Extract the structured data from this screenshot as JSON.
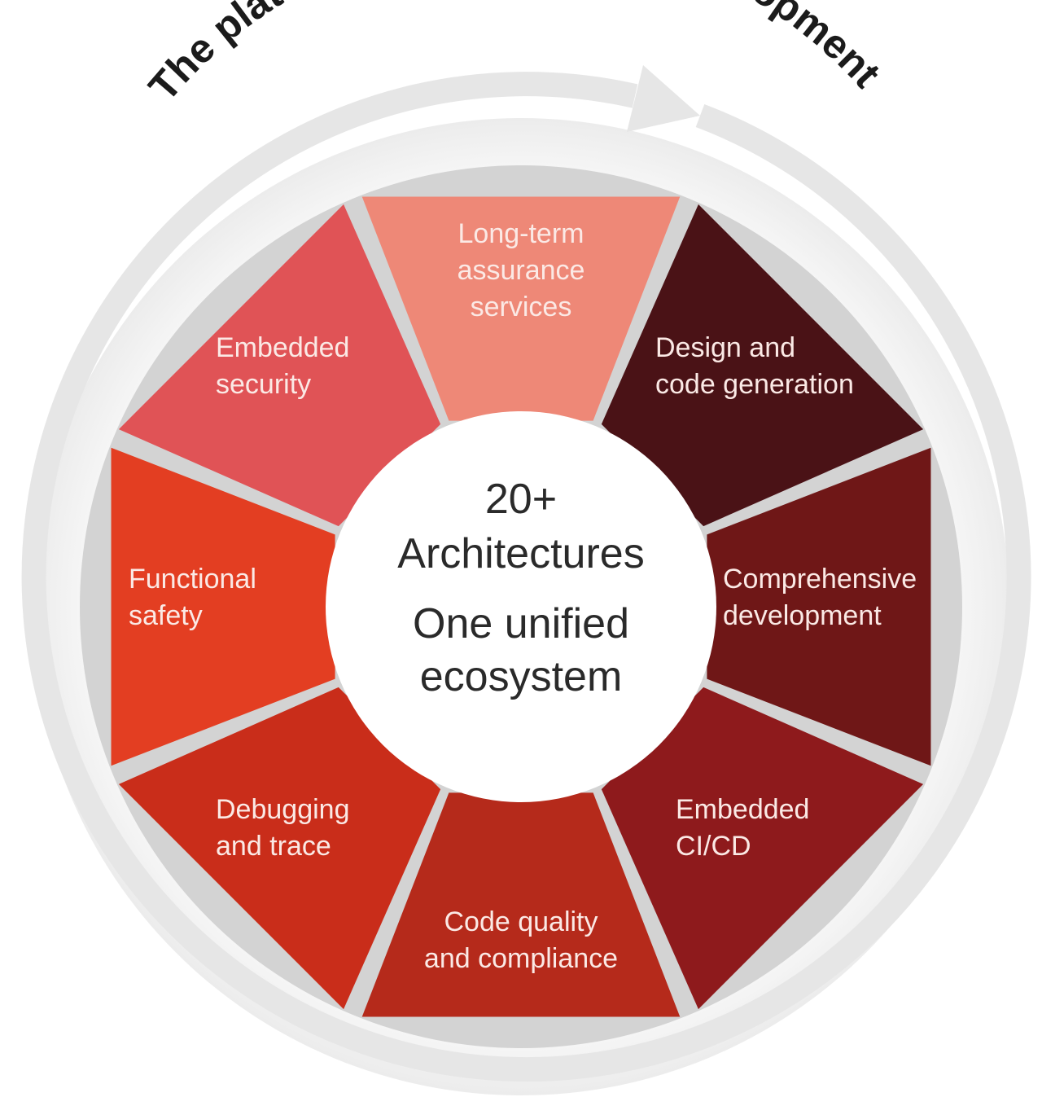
{
  "title": "The platform for embedded development",
  "center": {
    "line1": "20+",
    "line2": "Architectures",
    "line3": "One unified",
    "line4": "ecosystem"
  },
  "segments": [
    {
      "name": "long-term-assurance",
      "lines": [
        "Long-term",
        "assurance",
        "services"
      ],
      "color": "#ee8877"
    },
    {
      "name": "design-code-generation",
      "lines": [
        "Design and",
        "code generation"
      ],
      "color": "#4a1216"
    },
    {
      "name": "comprehensive-development",
      "lines": [
        "Comprehensive",
        "development"
      ],
      "color": "#6f1717"
    },
    {
      "name": "embedded-cicd",
      "lines": [
        "Embedded",
        "CI/CD"
      ],
      "color": "#8e1a1c"
    },
    {
      "name": "code-quality-compliance",
      "lines": [
        "Code quality",
        "and compliance"
      ],
      "color": "#b52a1b"
    },
    {
      "name": "debugging-trace",
      "lines": [
        "Debugging",
        "and trace"
      ],
      "color": "#c92d1a"
    },
    {
      "name": "functional-safety",
      "lines": [
        "Functional",
        "safety"
      ],
      "color": "#e33e22"
    },
    {
      "name": "embedded-security",
      "lines": [
        "Embedded",
        "security"
      ],
      "color": "#e05356"
    }
  ],
  "colors": {
    "ring": "#e6e6e6",
    "gap": "#d3d3d3",
    "center_fill": "#ffffff",
    "label_text": "#fbe9e5",
    "center_text": "#2a2a2a"
  }
}
